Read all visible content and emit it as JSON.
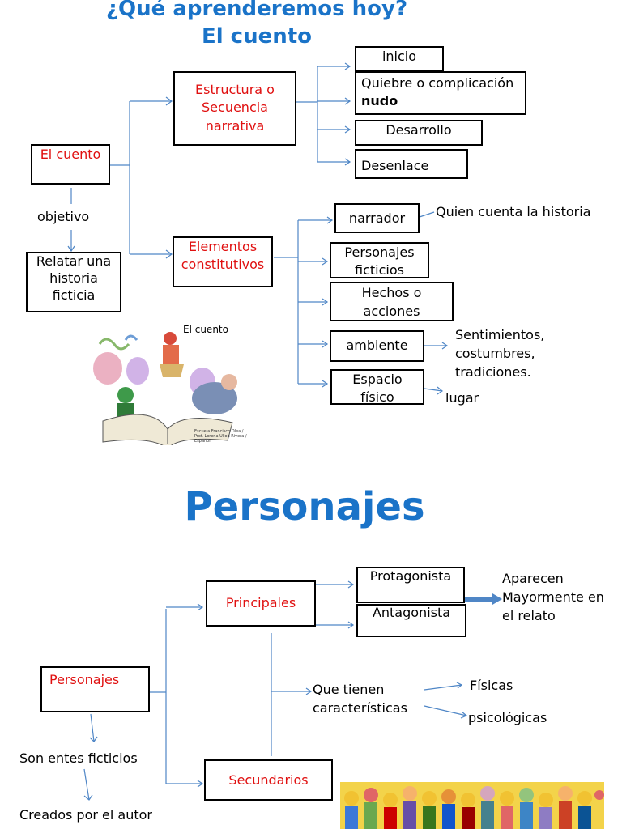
{
  "slide1": {
    "title_line1": "¿Qué aprenderemos hoy?",
    "title_line2": "El cuento",
    "el_cuento": "El cuento",
    "objetivo": "objetivo",
    "relatar": "Relatar una historia ficticia",
    "estructura": "Estructura o Secuencia narrativa",
    "elementos": "Elementos constitutivos",
    "inicio": "inicio",
    "quiebre": "Quiebre o complicación",
    "nudo": "nudo",
    "desarrollo": "Desarrollo",
    "desenlace": "Desenlace",
    "narrador": "narrador",
    "quien_cuenta": "Quien cuenta la historia",
    "personajes_ficticios": "Personajes ficticios",
    "hechos": "Hechos o acciones",
    "ambiente": "ambiente",
    "sentimientos": "Sentimientos, costumbres, tradiciones.",
    "espacio": "Espacio físico",
    "lugar": "lugar",
    "clipart_title": "El cuento",
    "clipart_credit": "Escuela Francisco Olea / Prof. Lorena Ulloa Rivera / Español"
  },
  "slide2": {
    "title": "Personajes",
    "personajes": "Personajes",
    "son_entes": "Son entes ficticios",
    "creados": "Creados por el autor",
    "principales": "Principales",
    "secundarios": "Secundarios",
    "protagonista": "Protagonista",
    "antagonista": "Antagonista",
    "aparecen": "Aparecen Mayormente en el relato",
    "que_tienen": "Que tienen características",
    "fisicas": "Físicas",
    "psicologicas": "psicológicas"
  },
  "colors": {
    "title": "#1a73c8",
    "red_label": "#e01010",
    "connector": "#4f86c6"
  }
}
